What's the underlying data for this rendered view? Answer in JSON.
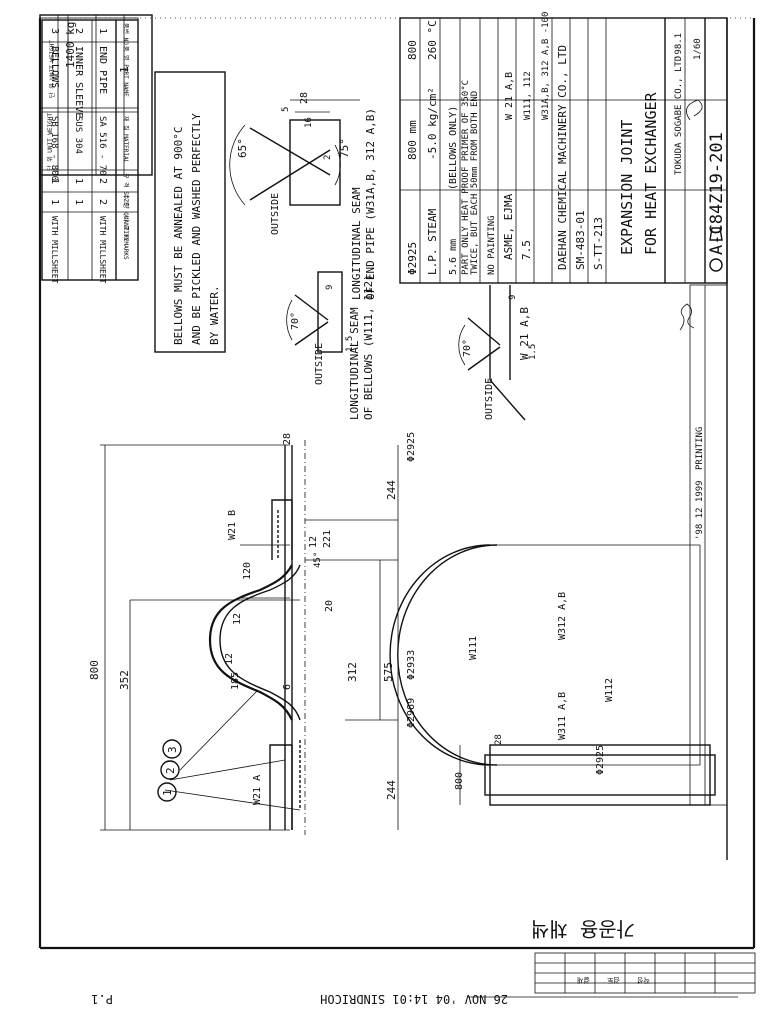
{
  "fax_header": {
    "text": "26 NOV '04 14:01 SINDRICOH",
    "page": "P.1"
  },
  "parts_list": {
    "headers": {
      "no": "품번 NO",
      "name": "품 명 PART NAME",
      "material": "재 질 MATERIAL",
      "size": "규 격 SIZE",
      "qty": "수 량 QUANTITY",
      "remarks": "비 고 REMARKS",
      "unit_weight": "단 위 UNIT WEIGHT",
      "sheet": "매 SHEET"
    },
    "rows": [
      {
        "no": "1",
        "name": "END PIPE",
        "material": "SA 516 - 70",
        "size": "2",
        "qty": "2",
        "remarks": "WITH MILLSHEET"
      },
      {
        "no": "2",
        "name": "INNER SLEEVE",
        "material": "SUS 304",
        "size": "1",
        "qty": "1",
        "remarks": ""
      },
      {
        "no": "3",
        "name": "BELLOWS",
        "material": "SB 168 - 800",
        "size": "1",
        "qty": "1",
        "remarks": "WITH MILLSHEET"
      }
    ],
    "unit_weight_value": "1400 kg",
    "sheet_value": "1"
  },
  "notes": {
    "note_line1": "BELLOWS MUST BE ANNEALED AT 900°C",
    "note_line2": "AND BE PICKLED AND WASHED PERFECTLY",
    "note_line3": "BY WATER."
  },
  "details": {
    "pipe_seam_title": "LONGITUDINAL SEAM",
    "pipe_seam_sub": "OF END PIPE (W31A,B, 312 A,B)",
    "pipe_angle1": "65°",
    "pipe_angle2": "75°",
    "pipe_dim1": "28",
    "pipe_dim2": "16",
    "pipe_dim3": "5",
    "pipe_dim4": "2",
    "pipe_outside": "OUTSIDE",
    "bellows_seam_title": "LONGITUDINAL SEAM",
    "bellows_seam_sub": "OF BELLOWS (W111, 112)",
    "bellows_angle": "70°",
    "bellows_dim1": "9",
    "bellows_dim2": "1.5",
    "bellows_outside": "OUTSIDE",
    "w21_title": "W 21 A,B",
    "w21_angle": "70°",
    "w21_dim1": "9",
    "w21_dim2": "1.5",
    "w21_outside": "OUTSIDE"
  },
  "main_section": {
    "overall_length": "800",
    "pitch_352": "352",
    "end_244_left": "244",
    "end_244_right": "244",
    "conv_312": "312",
    "conv_575": "575",
    "r12a": "12",
    "r12b": "12",
    "r12c": "12",
    "r185": "185",
    "thk_6": "6",
    "thk_20": "20",
    "dim_120": "120",
    "dim_221": "221",
    "dim_45": "45°",
    "thk_28": "28",
    "dia_2925": "Φ2925",
    "dia_2933": "Φ2933",
    "dia_2969": "Φ2969",
    "w21a": "W21 A",
    "w21b": "W21 B",
    "balloon1": "1",
    "balloon2": "2",
    "balloon3": "3"
  },
  "end_view": {
    "w111": "W111",
    "w112": "W112",
    "w311ab": "W311 A,B",
    "w312": "W312 A,B",
    "dim_28": "28",
    "dia_2925": "Φ2925",
    "height_800": "800"
  },
  "title_block": {
    "spec_diameter": "Φ2925",
    "spec_length": "800 mm",
    "spec_length2": "800",
    "spec_fluid": "L.P. STEAM",
    "spec_design_press": "-5.0 kg/cm²",
    "spec_design_temp": "260 °C",
    "spec_axial": "5.6 mm",
    "spec_bellows_only": "(BELLOWS ONLY)",
    "paint_line1": "PART ONLY HEAT PROOF PRIMER OF 350°C",
    "paint_line2": "TWICE, BUT EACH 50mm FROM BOTH END",
    "paint_line3": "NO PAINTING",
    "code": "ASME, EJMA",
    "weld_no": "W 21 A,B",
    "pressure_test": "7.5",
    "rt": "W111, 112",
    "rt2": "W31A,B, 312 A,B  -100",
    "customer": "DAEHAN CHEMICAL MACHINERY CO., LTD",
    "order_no": "SM-483-01",
    "item_no": "S-TT-213",
    "title_line1": "EXPANSION JOINT",
    "title_line2": "FOR HEAT EXCHANGER",
    "company": "TOKUDA SOGABE CO., LTD",
    "drawing_no": "A-C84Z19-201",
    "date": "'98.1",
    "scale": "1/60",
    "rev_date": "'98 12 1999",
    "rev_note": "PRINTING"
  },
  "handwriting": "가공용 채색",
  "revision_table": {
    "col1": "결재",
    "col2": "검토",
    "col3": "작성"
  }
}
